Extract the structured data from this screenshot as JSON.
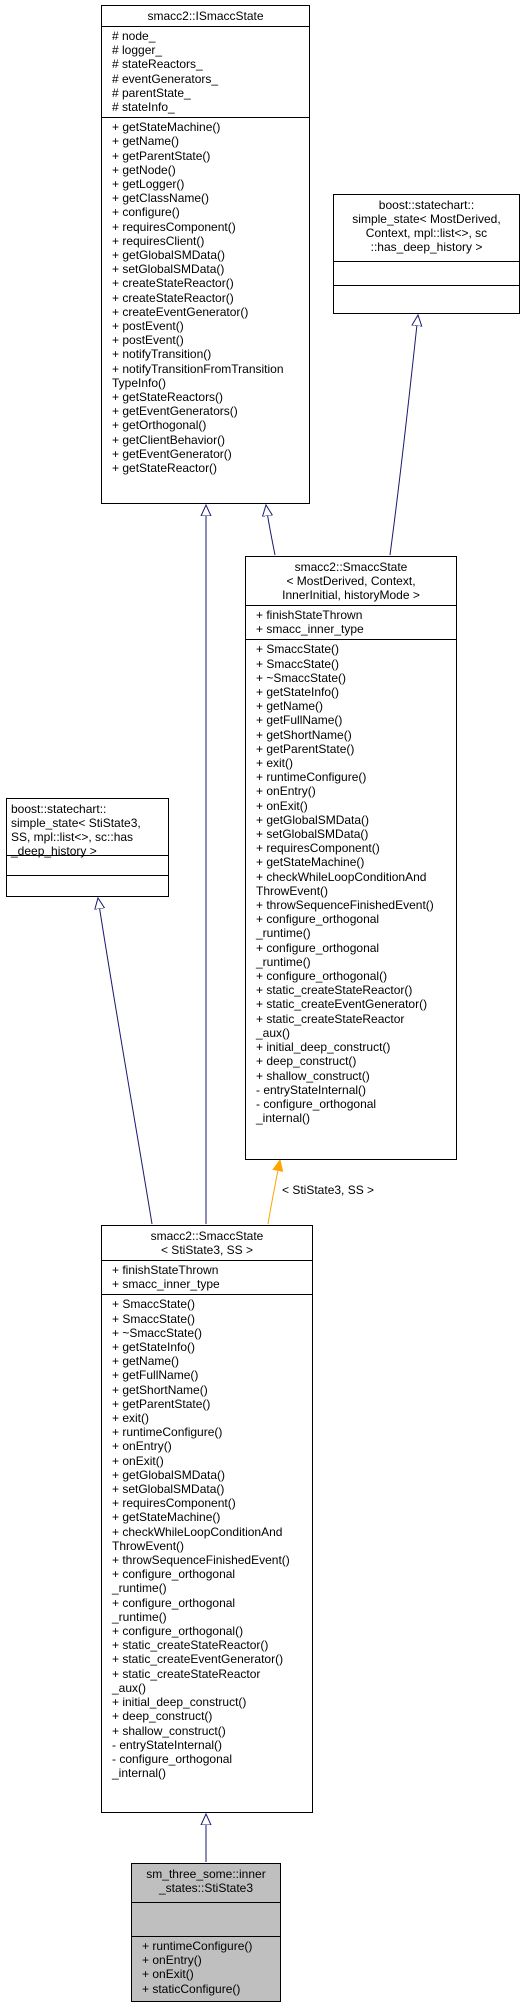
{
  "colors": {
    "inherit_edge": "#191970",
    "template_edge": "#ffa500",
    "highlight_box": "#bfbfbf"
  },
  "nodes": {
    "istate": {
      "title": "smacc2::ISmaccState",
      "attrs": [
        "# node_",
        "# logger_",
        "# stateReactors_",
        "# eventGenerators_",
        "# parentState_",
        "# stateInfo_"
      ],
      "methods": [
        "+ getStateMachine()",
        "+ getName()",
        "+ getParentState()",
        "+ getNode()",
        "+ getLogger()",
        "+ getClassName()",
        "+ configure()",
        "+ requiresComponent()",
        "+ requiresClient()",
        "+ getGlobalSMData()",
        "+ setGlobalSMData()",
        "+ createStateReactor()",
        "+ createStateReactor()",
        "+ createEventGenerator()",
        "+ postEvent()",
        "+ postEvent()",
        "+ notifyTransition()",
        "+ notifyTransitionFromTransition\nTypeInfo()",
        "+ getStateReactors()",
        "+ getEventGenerators()",
        "+ getOrthogonal()",
        "+ getClientBehavior()",
        "+ getEventGenerator()",
        "+ getStateReactor()"
      ]
    },
    "boost_generic": {
      "title": "boost::statechart::\nsimple_state< MostDerived,\n Context, mpl::list<>, sc\n::has_deep_history >",
      "attrs": [],
      "methods": []
    },
    "smacc_template": {
      "title": "smacc2::SmaccState\n< MostDerived, Context,\n InnerInitial, historyMode >",
      "attrs": [
        "+ finishStateThrown",
        "+ smacc_inner_type"
      ],
      "methods": [
        "+ SmaccState()",
        "+ SmaccState()",
        "+ ~SmaccState()",
        "+ getStateInfo()",
        "+ getName()",
        "+ getFullName()",
        "+ getShortName()",
        "+ getParentState()",
        "+ exit()",
        "+ runtimeConfigure()",
        "+ onEntry()",
        "+ onExit()",
        "+ getGlobalSMData()",
        "+ setGlobalSMData()",
        "+ requiresComponent()",
        "+ getStateMachine()",
        "+ checkWhileLoopConditionAnd\nThrowEvent()",
        "+ throwSequenceFinishedEvent()",
        "+ configure_orthogonal\n_runtime()",
        "+ configure_orthogonal\n_runtime()",
        "+ configure_orthogonal()",
        "+ static_createStateReactor()",
        "+ static_createEventGenerator()",
        "+ static_createStateReactor\n_aux()",
        "+ initial_deep_construct()",
        "+ deep_construct()",
        "+ shallow_construct()",
        "- entryStateInternal()",
        "- configure_orthogonal\n_internal()"
      ]
    },
    "boost_sti": {
      "title": "boost::statechart::\nsimple_state< StiState3,\n SS, mpl::list<>, sc::has\n_deep_history >",
      "attrs": [],
      "methods": []
    },
    "smacc_sti": {
      "title": "smacc2::SmaccState\n< StiState3, SS >",
      "attrs": [
        "+ finishStateThrown",
        "+ smacc_inner_type"
      ],
      "methods": [
        "+ SmaccState()",
        "+ SmaccState()",
        "+ ~SmaccState()",
        "+ getStateInfo()",
        "+ getName()",
        "+ getFullName()",
        "+ getShortName()",
        "+ getParentState()",
        "+ exit()",
        "+ runtimeConfigure()",
        "+ onEntry()",
        "+ onExit()",
        "+ getGlobalSMData()",
        "+ setGlobalSMData()",
        "+ requiresComponent()",
        "+ getStateMachine()",
        "+ checkWhileLoopConditionAnd\nThrowEvent()",
        "+ throwSequenceFinishedEvent()",
        "+ configure_orthogonal\n_runtime()",
        "+ configure_orthogonal\n_runtime()",
        "+ configure_orthogonal()",
        "+ static_createStateReactor()",
        "+ static_createEventGenerator()",
        "+ static_createStateReactor\n_aux()",
        "+ initial_deep_construct()",
        "+ deep_construct()",
        "+ shallow_construct()",
        "- entryStateInternal()",
        "- configure_orthogonal\n_internal()"
      ]
    },
    "sti_state3": {
      "title": "sm_three_some::inner\n_states::StiState3",
      "attrs": [],
      "methods": [
        "+ runtimeConfigure()",
        "+ onEntry()",
        "+ onExit()",
        "+ staticConfigure()"
      ]
    }
  },
  "edges": {
    "template_label": "< StiState3, SS >"
  }
}
